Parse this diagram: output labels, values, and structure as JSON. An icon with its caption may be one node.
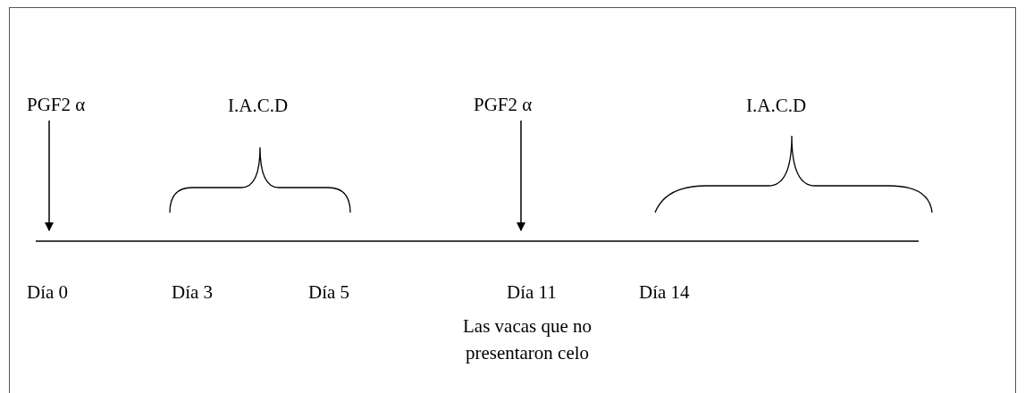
{
  "diagram": {
    "nodes": [
      {
        "text": [
          "PGF2 α"
        ]
      },
      {
        "text": [
          "PGF2 α"
        ]
      }
    ],
    "edges": [
      {
        "from": 0,
        "to": null,
        "arrow": "to"
      },
      {
        "from": 1,
        "to": null,
        "arrow": "to"
      }
    ],
    "labels": [
      "I.A.C.D",
      "I.A.C.D",
      "Día 0",
      "Día 3",
      "Día 5",
      "Día 11",
      "Día 14",
      "Las vacas que no presentaron celo"
    ]
  }
}
